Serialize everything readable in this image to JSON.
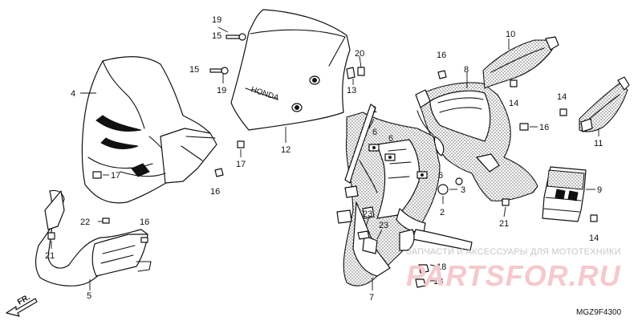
{
  "diagram": {
    "part_code": "MGZ9F4300",
    "direction_label": "FR.",
    "watermark": {
      "caption": "ЗАПЧАСТИ И АКСЕССУАРЫ ДЛЯ МОТОТЕХНИКИ",
      "logo": "PARTSFOR.RU"
    },
    "windscreen_mark": "HONDA",
    "callouts": {
      "c1": "1",
      "c2": "2",
      "c3": "3",
      "c4": "4",
      "c5": "5",
      "c6a": "6",
      "c6b": "6",
      "c6c": "6",
      "c7": "7",
      "c8": "8",
      "c9": "9",
      "c10": "10",
      "c11": "11",
      "c12": "12",
      "c13": "13",
      "c14a": "14",
      "c14b": "14",
      "c14c": "14",
      "c15a": "15",
      "c15b": "15",
      "c16a": "16",
      "c16b": "16",
      "c16c": "16",
      "c16d": "16",
      "c17a": "17",
      "c17b": "17",
      "c18a": "18",
      "c18b": "18",
      "c19a": "19",
      "c19b": "19",
      "c20": "20",
      "c21a": "21",
      "c21b": "21",
      "c22": "22",
      "c23a": "23",
      "c23b": "23"
    }
  }
}
